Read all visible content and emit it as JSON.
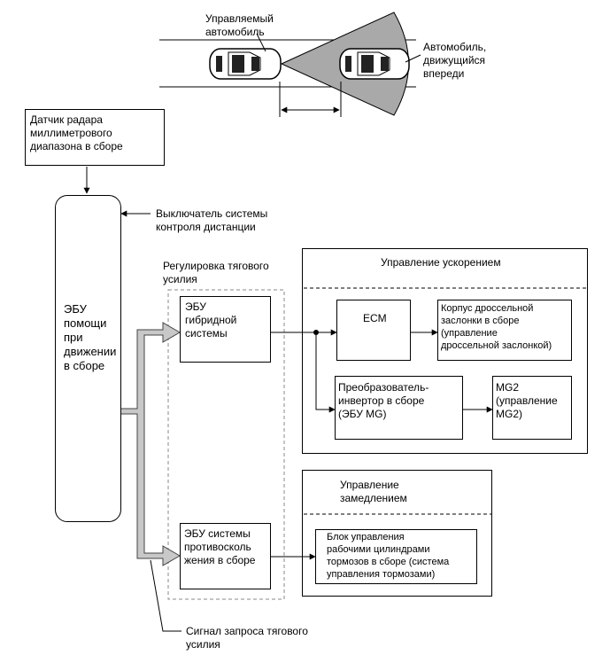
{
  "scene": {
    "own_vehicle_label": "Управляемый\nавтомобиль",
    "lead_vehicle_label": "Автомобиль,\nдвижущийся\nвпереди"
  },
  "radar_sensor": {
    "label": "Датчик радара\nмиллиметрового\nдиапазона в сборе"
  },
  "distance_switch": {
    "label": "Выключатель системы\nконтроля дистанции"
  },
  "driving_support_ecu": {
    "label": "ЭБУ\nпомощи\nпри\nдвижении\nв сборе"
  },
  "traction_group": {
    "title": "Регулировка тягового\nусилия",
    "hybrid_ecu": "ЭБУ\nгибридной\nсистемы",
    "skid_ecu": "ЭБУ системы\nпротивосколь\nжения в сборе"
  },
  "acceleration": {
    "title": "Управление ускорением",
    "ecm": "ECM",
    "throttle": "Корпус дроссельной\nзаслонки в сборе\n(управление\nдроссельной заслонкой)",
    "inverter": "Преобразователь-\nинвертор в сборе\n(ЭБУ MG)",
    "mg2": "MG2\n(управление\nMG2)"
  },
  "deceleration": {
    "title": "Управление\nзамедлением",
    "brake_actuator": "Блок управления\nрабочими цилиндрами\nтормозов в сборе (система\nуправления тормозами)"
  },
  "traction_signal": {
    "label": "Сигнал запроса тягового\nусилия"
  }
}
